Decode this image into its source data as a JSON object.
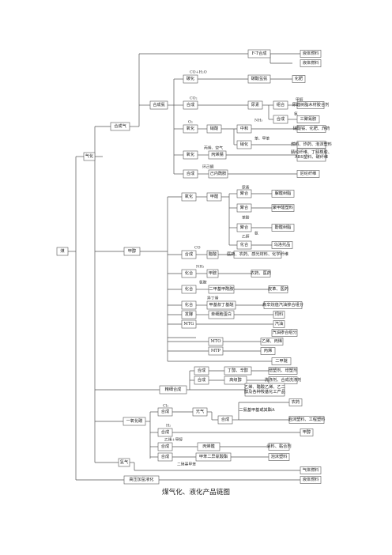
{
  "caption": "煤气化、液化产品链图",
  "nodes": {
    "coal": "煤",
    "gasify": "气化",
    "syngas": "合成气",
    "gas_prep": "合成氨",
    "c_synth_fuel": "F-T合成",
    "liquid_fuel": "液体燃料",
    "liquid_fuel2": "液体燃料",
    "carbonize": "碳化",
    "ammonium_bicarb": "碳酸氢氨",
    "fertilizer": "化肥",
    "urea_synth": "合成",
    "urea": "尿素",
    "combine": "组合",
    "urea_resin": "尿醛树脂木材胶合剂",
    "synth2": "合成",
    "melamine": "三聚氰胺",
    "oxidize": "氧化",
    "nitric": "硝酸",
    "neutral": "中和",
    "nitrate_fert": "硝酸铵、化肥、炸药",
    "nitrify": "硝化",
    "dyes": "燃料、炸药、泡沫塑料",
    "ammox": "氧化",
    "acrylonitrile": "丙烯腈",
    "fibers": "腈纶纤维、丁腈橡胶、ABS塑料、碳纤维",
    "synth_cap": "合成",
    "caprolactam": "己内酰胺",
    "nylon": "尼纶纤维",
    "methanol": "甲醇",
    "m_oxidize": "氧化",
    "formaldehyde": "甲醛",
    "poly1": "聚合",
    "urea_formal": "脲醛树脂",
    "poly2": "聚合",
    "polyformal": "聚甲醛塑料",
    "poly3": "聚合",
    "phenolic": "酚醛树脂",
    "poly4": "化合",
    "urotropine": "乌洛托品",
    "m_synth": "合成",
    "acetic": "醋酸",
    "acetic_use": "医药、农药、感光材料、化学纤维",
    "m_combine": "化合",
    "methylamine": "甲胺",
    "pesticide": "农药、医药",
    "m_combine2": "化合",
    "dmf": "二甲基甲酰胺",
    "leather": "皮革、医药",
    "m_combine3": "化合",
    "mtbe": "甲基叔丁基醚",
    "gasoline_add": "高辛烷值汽油掺合组分",
    "ferment": "发酵",
    "scp": "单细胞蛋白",
    "feed": "饲料",
    "mtg": "MTG",
    "gasoline": "汽油",
    "gas_blend": "汽油掺合组分",
    "mto": "MTO",
    "ethylene": "乙烯、丙烯",
    "mtp": "MTP",
    "propylene": "丙烯",
    "dme": "二甲醚",
    "fine_synth": "精细合成",
    "fs_synth1": "合成",
    "butanol": "丁醇、辛醇",
    "plasticizer": "增塑剂、增塑剂",
    "fs_synth2": "合成",
    "higher_alc": "高级醇",
    "detergent": "洗涤剂、合成洗涤剂",
    "alkene_prod": "乙烯、醋酸乙烯、乙二醇及各种羧基化工产品",
    "co": "一氧化碳",
    "co_synth": "合成",
    "phosgene": "光气",
    "isocyanate_synth": "合成",
    "pesticide2": "农药",
    "tdi": "二氨基甲基或其酯A",
    "pu": "泡沫塑料、工程塑料",
    "co_synth2": "合成",
    "methanol2": "甲醇",
    "hg_synth": "合成",
    "hg_prod": "丙烯醛",
    "hg_use": "涂料、黏合剂",
    "hg_synth2": "合成",
    "dimethyl": "甲苯二异氰酸酯",
    "foam": "泡沫塑料",
    "h2": "氢气",
    "gas_fuel": "气体燃料",
    "hp_liquefy": "高压加氢液化",
    "liquid_fuel3": "液体燃料"
  },
  "edge_labels": {
    "co_h2o": "CO+H₂O",
    "co2": "CO₂",
    "nh3": "NH₃",
    "o2": "O₂",
    "air": "丙烯、空气",
    "methyl": "甲醇",
    "ammonia": "氨",
    "toluene": "苯、甲苯",
    "cyclohex": "环己酮",
    "urea_l": "尿素",
    "formal_l": "苯酚",
    "ethanol_l": "乙醇",
    "ammonia2": "氨",
    "co_l": "CO",
    "nh3_l": "NH₃",
    "amine_l": "氨胺",
    "isobut": "异丁烯",
    "cl2": "Cl₂",
    "h2_l": "H₂",
    "ethylene_methanol": "乙烯+甲醇",
    "dinitro": "二硝基甲苯"
  }
}
